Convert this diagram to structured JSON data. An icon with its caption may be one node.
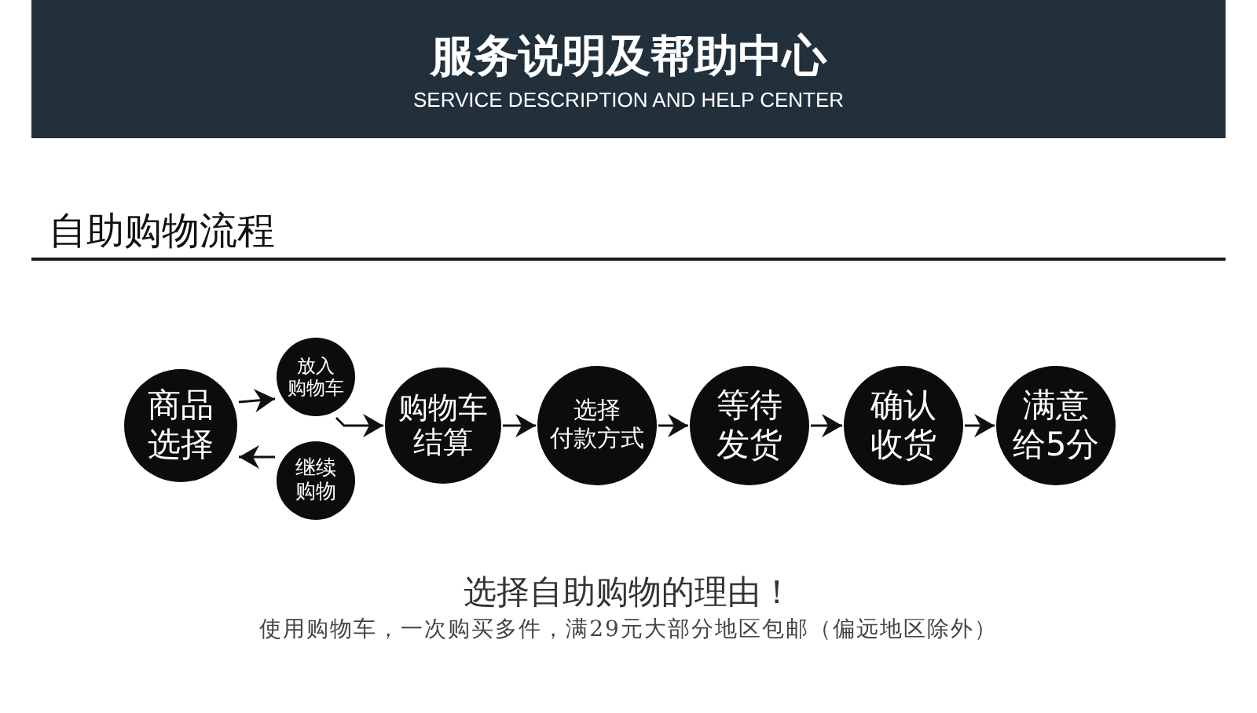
{
  "diagram": {
    "title": "服务说明及帮助中心",
    "nodes": [
      {
        "text": [
          "商品选择"
        ]
      },
      {
        "text": [
          "放入购物车"
        ]
      },
      {
        "text": [
          "继续购物"
        ]
      },
      {
        "text": [
          "购物车结算"
        ]
      },
      {
        "text": [
          "选择付款方式"
        ]
      },
      {
        "text": [
          "等待发货"
        ]
      },
      {
        "text": [
          "确认收货"
        ]
      },
      {
        "text": [
          "满意给5分"
        ]
      }
    ],
    "edges": [
      {
        "from": 0,
        "to": 1,
        "arrow": "to"
      },
      {
        "from": 2,
        "to": 0,
        "arrow": "to"
      },
      {
        "from": 1,
        "to": 3,
        "arrow": "to"
      },
      {
        "from": 3,
        "to": 4,
        "arrow": "to"
      },
      {
        "from": 4,
        "to": 5,
        "arrow": "to"
      },
      {
        "from": 5,
        "to": 6,
        "arrow": "to"
      },
      {
        "from": 6,
        "to": 7,
        "arrow": "to"
      }
    ],
    "labels": [
      "SERVICE DESCRIPTION AND HELP CENTER",
      "自助购物流程",
      "选择自助购物的理由！",
      "使用购物车，一次购买多件，满29元大部分地区包邮（偏远地区除外）"
    ]
  }
}
